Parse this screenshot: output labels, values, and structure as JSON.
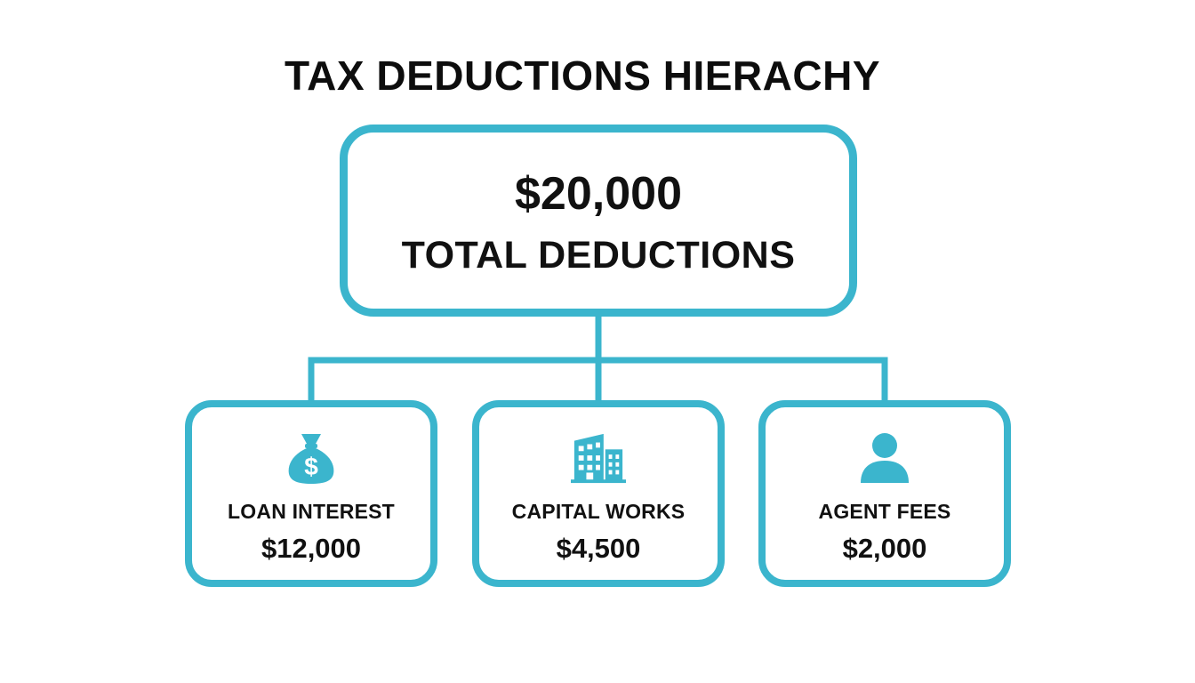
{
  "title": "TAX DEDUCTIONS HIERACHY",
  "colors": {
    "accent": "#3bb5cd",
    "text": "#111111",
    "background": "#ffffff"
  },
  "root": {
    "value": "$20,000",
    "label": "TOTAL DEDUCTIONS"
  },
  "children": [
    {
      "icon": "money-bag-icon",
      "label": "LOAN INTEREST",
      "value": "$12,000"
    },
    {
      "icon": "building-icon",
      "label": "CAPITAL WORKS",
      "value": "$4,500"
    },
    {
      "icon": "person-icon",
      "label": "AGENT FEES",
      "value": "$2,000"
    }
  ]
}
